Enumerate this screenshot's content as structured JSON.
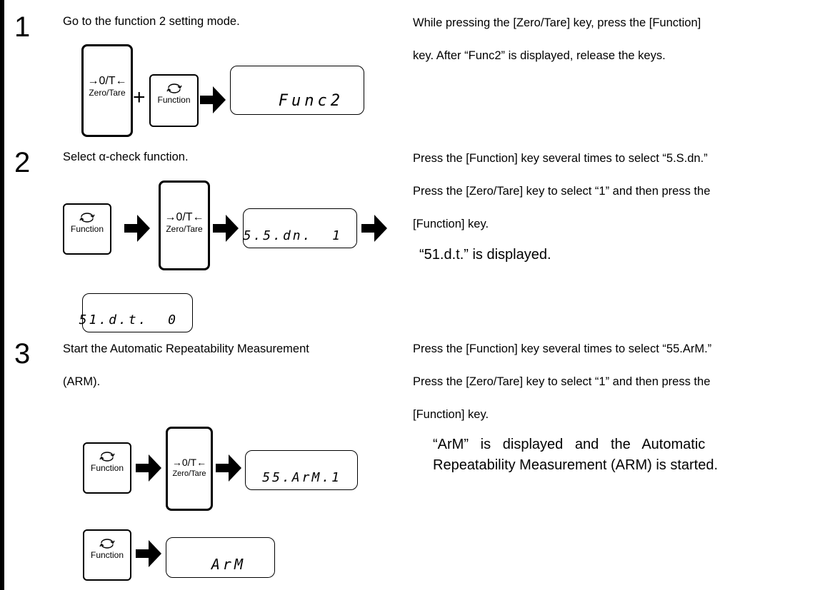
{
  "steps": [
    {
      "number": "1",
      "title": "Go to the function 2 setting mode.",
      "desc": [
        "While pressing the [Zero/Tare] key, press the [Function]",
        "key. After “Func2” is displayed, release the keys."
      ],
      "displays": [
        "Func2"
      ]
    },
    {
      "number": "2",
      "title": "Select α-check function.",
      "desc": [
        "Press the [Function] key several times to select “5.S.dn.”",
        "Press the [Zero/Tare] key to select “1” and then press the",
        "[Function] key."
      ],
      "result": "“51.d.t.” is displayed.",
      "displays": [
        "5.5.dn.  1",
        "51.d.t.  0"
      ]
    },
    {
      "number": "3",
      "title_lines": [
        "Start the Automatic Repeatability Measurement",
        "(ARM)."
      ],
      "desc": [
        "Press the [Function] key several times to select “55.ArM.”",
        "Press the [Zero/Tare] key to select “1” and then press the",
        "[Function] key."
      ],
      "result_lines": [
        "“ArM”   is   displayed   and   the   Automatic",
        "Repeatability Measurement (ARM) is started."
      ],
      "displays": [
        "55.ArM.1",
        "ArM"
      ]
    }
  ],
  "keys": {
    "function_label": "Function",
    "tare_symbol": "→0/T←",
    "tare_label": "Zero/Tare"
  },
  "icons": [
    "function-cycle-icon",
    "right-arrow-icon",
    "plus-icon"
  ]
}
